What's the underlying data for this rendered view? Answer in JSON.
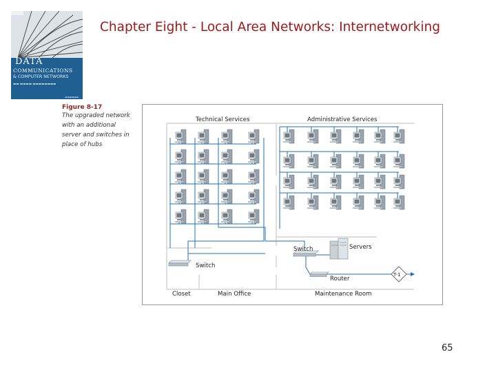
{
  "slide": {
    "title": "Chapter Eight - Local Area Networks: Internetworking",
    "page_number": "65"
  },
  "cover": {
    "title_line1": "DATA",
    "title_line2": "COMMUNICATIONS",
    "title_line3": "& COMPUTER NETWORKS"
  },
  "figure": {
    "label": "Figure 8-17",
    "caption": "The upgraded network\nwith an additional\nserver and switches in\nplace of hubs"
  },
  "diagram": {
    "rooms": {
      "technical": "Technical Services",
      "administrative": "Administrative Services",
      "closet": "Closet",
      "main_office": "Main Office",
      "maintenance": "Maintenance Room"
    },
    "devices": {
      "switch_closet": "Switch",
      "switch_main": "Switch",
      "servers": "Servers",
      "router": "Router",
      "t1": "T-1"
    },
    "workstation_grid": {
      "technical_rows": 5,
      "technical_cols": 4,
      "admin_rows": 4,
      "admin_cols": 6
    },
    "colors": {
      "cable": "#1f6fb5",
      "wall": "#d4d4d4",
      "device": "#9aa4ad"
    }
  }
}
